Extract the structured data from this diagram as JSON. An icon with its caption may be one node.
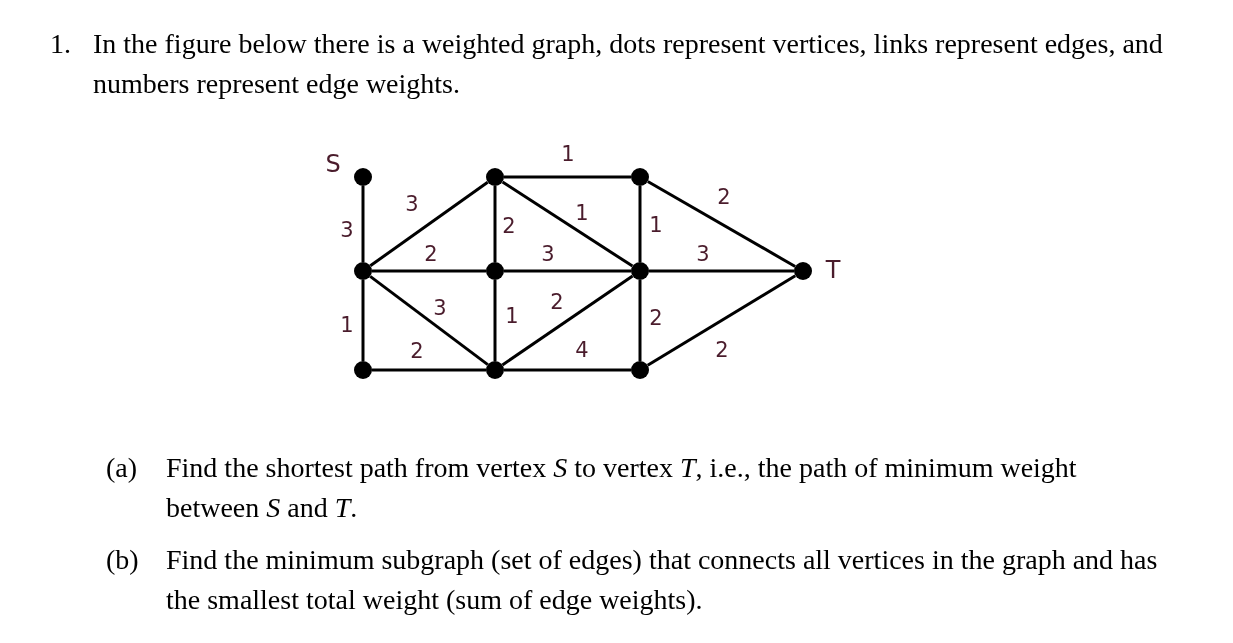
{
  "diagram": {
    "nodes": [
      {
        "text": [],
        "shape": "circle",
        "beside": [
          "S"
        ]
      },
      {
        "text": [],
        "shape": "circle"
      },
      {
        "text": [],
        "shape": "circle"
      },
      {
        "text": [],
        "shape": "circle"
      },
      {
        "text": [],
        "shape": "circle"
      },
      {
        "text": [],
        "shape": "circle"
      },
      {
        "text": [],
        "shape": "circle",
        "beside": [
          "T"
        ]
      },
      {
        "text": [],
        "shape": "circle"
      },
      {
        "text": [],
        "shape": "circle"
      },
      {
        "text": [],
        "shape": "circle"
      }
    ],
    "edges": [
      {
        "from": 0,
        "to": 3,
        "arrow": "none",
        "label": "3"
      },
      {
        "from": 3,
        "to": 1,
        "arrow": "none",
        "label": "3"
      },
      {
        "from": 1,
        "to": 2,
        "arrow": "none",
        "label": "1"
      },
      {
        "from": 1,
        "to": 4,
        "arrow": "none",
        "label": "2"
      },
      {
        "from": 1,
        "to": 5,
        "arrow": "none",
        "label": "1"
      },
      {
        "from": 2,
        "to": 5,
        "arrow": "none",
        "label": "1"
      },
      {
        "from": 2,
        "to": 6,
        "arrow": "none",
        "label": "2"
      },
      {
        "from": 3,
        "to": 4,
        "arrow": "none",
        "label": "2"
      },
      {
        "from": 4,
        "to": 5,
        "arrow": "none",
        "label": "3"
      },
      {
        "from": 5,
        "to": 6,
        "arrow": "none",
        "label": "3"
      },
      {
        "from": 3,
        "to": 7,
        "arrow": "none",
        "label": "1"
      },
      {
        "from": 3,
        "to": 8,
        "arrow": "none",
        "label": "3"
      },
      {
        "from": 4,
        "to": 8,
        "arrow": "none",
        "label": "1"
      },
      {
        "from": 8,
        "to": 5,
        "arrow": "none",
        "label": "2"
      },
      {
        "from": 7,
        "to": 8,
        "arrow": "none",
        "label": "2"
      },
      {
        "from": 8,
        "to": 9,
        "arrow": "none",
        "label": "4"
      },
      {
        "from": 5,
        "to": 9,
        "arrow": "none",
        "label": "2"
      },
      {
        "from": 9,
        "to": 6,
        "arrow": "none",
        "label": "2"
      }
    ],
    "labels": [
      "1.",
      "In the figure below there is a weighted graph, dots represent vertices, links represent edges, and numbers represent edge weights.",
      "(a)",
      "Find the shortest path from vertex *S* to vertex *T*, i.e., the path of minimum weight between *S* and *T*.",
      "(b)",
      "Find the minimum subgraph (set of edges) that connects all vertices in the graph and has the smallest total weight (sum of edge weights)."
    ]
  }
}
